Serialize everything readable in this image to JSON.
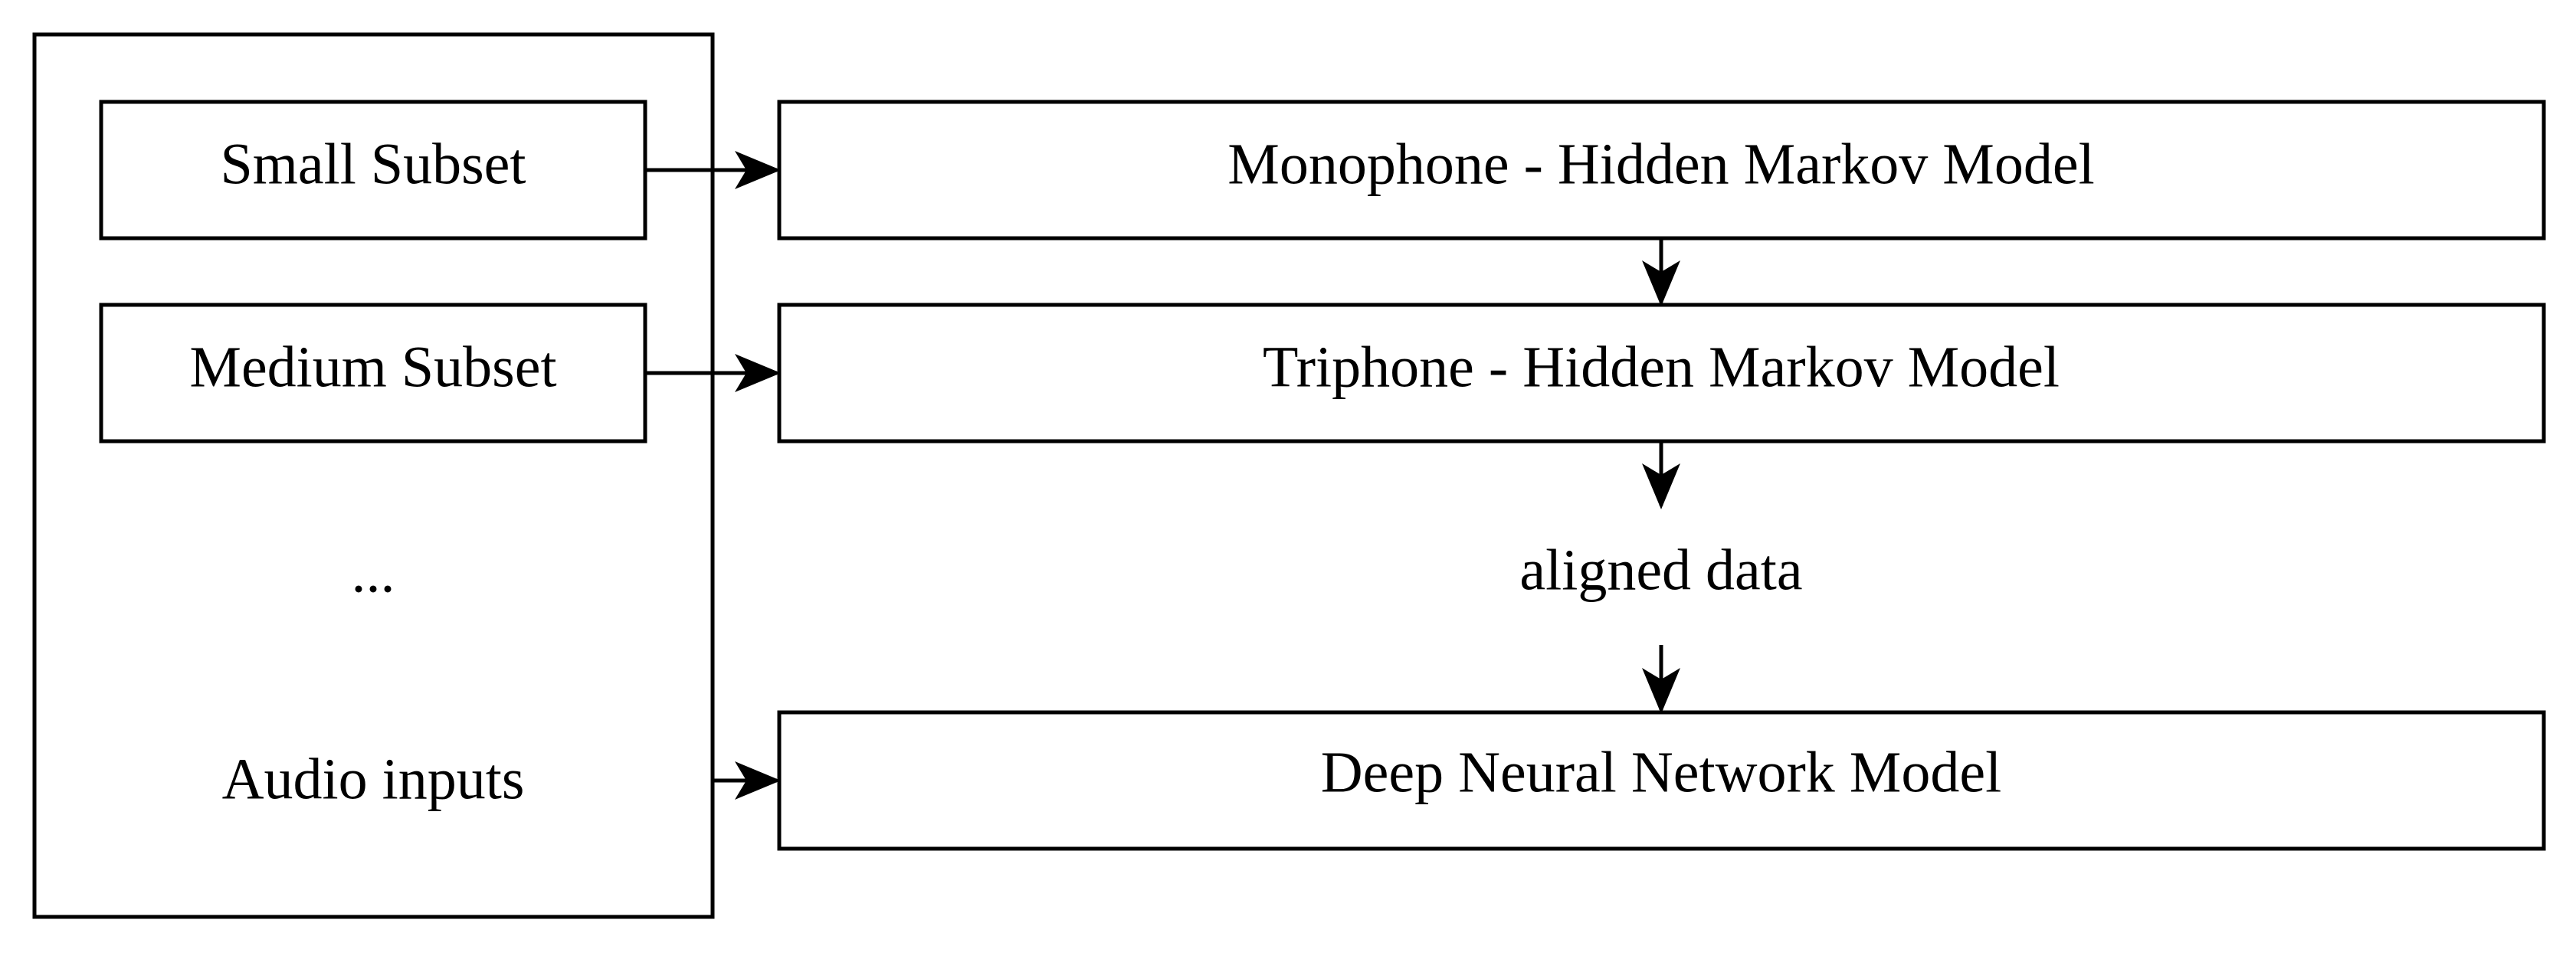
{
  "diagram": {
    "input_group": {
      "small_subset": "Small Subset",
      "medium_subset": "Medium Subset",
      "ellipsis": "...",
      "audio_inputs": "Audio inputs"
    },
    "models": {
      "monophone": "Monophone - Hidden Markov Model",
      "triphone": "Triphone - Hidden Markov Model",
      "aligned_data": "aligned data",
      "dnn": "Deep Neural Network Model"
    }
  }
}
